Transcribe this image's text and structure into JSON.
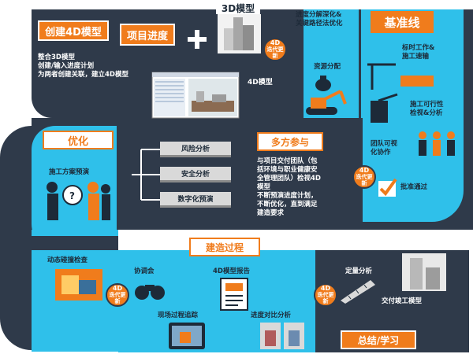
{
  "colors": {
    "dark": "#2f3a4a",
    "cyan": "#2fc0ea",
    "orange": "#f07c1c",
    "white": "#ffffff"
  },
  "top": {
    "create_4d_title": "创建4D模型",
    "project_schedule": "项目进度",
    "model_3d": "3D模型",
    "integrate_desc": [
      "整合3D模型",
      "创建/输入进度计划",
      "为两者创建关联，建立4D模型"
    ],
    "model_4d_label": "4D模型"
  },
  "baseline": {
    "title": "基准线",
    "schedule_decomp": [
      "进度分解深化&",
      "关键路径法优化"
    ],
    "resource_alloc": "资源分配",
    "duration_tech": [
      "标时工作&",
      "施工速输"
    ],
    "feasibility": [
      "施工可行性",
      "检视&分析"
    ],
    "team_visual": [
      "团队可视",
      "化协作"
    ],
    "approval": "批准通过"
  },
  "optimize": {
    "title": "优化",
    "plan_rehearsal": "施工方案预演",
    "analysis_items": [
      "风险分析",
      "安全分析",
      "数字化预演"
    ],
    "participation_title": "多方参与",
    "participation_desc": [
      "与项目交付团队（包",
      "括环境与职业健康安",
      "全管理团队）检视4D",
      "模型",
      "不断预演进度计划，",
      "不断优化，直到满足",
      "建造要求"
    ]
  },
  "construction": {
    "title": "建造过程",
    "clash_check": "动态碰撞检查",
    "coordination": "协调会",
    "model_report": "4D模型报告",
    "tracking": "现场过程追踪",
    "progress_compare": "进度对比分析",
    "quantity_analysis": "定量分析",
    "asbuilt_model": "交付竣工模型",
    "summary_title": "总结/学习"
  },
  "badges": [
    {
      "top": "4D",
      "bottom": "迭代更新"
    },
    {
      "top": "4D",
      "bottom": "迭代更新"
    },
    {
      "top": "4D",
      "bottom": "迭代更新"
    },
    {
      "top": "4D",
      "bottom": "迭代更新"
    }
  ]
}
